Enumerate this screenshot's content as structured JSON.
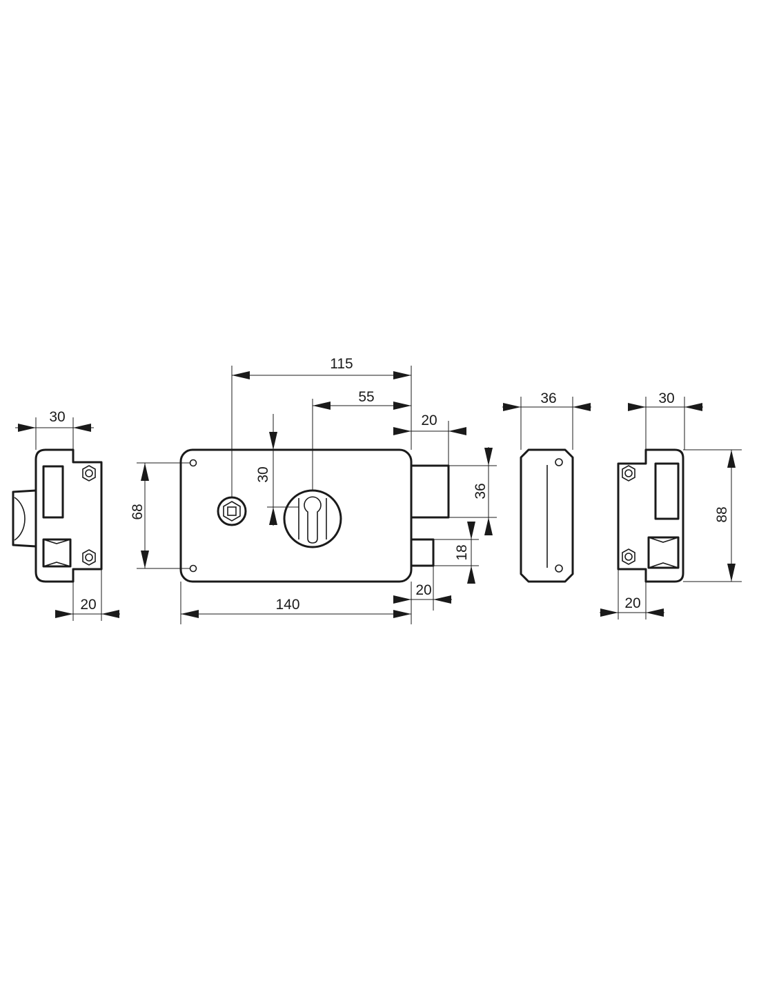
{
  "drawing": {
    "line_color": "#1a1a1a",
    "background": "#ffffff",
    "unit": "mm"
  },
  "left_strike_view": {
    "width_label": "30",
    "offset_label": "20"
  },
  "front_view": {
    "bolt_offset_label": "115",
    "cylinder_offset_label": "55",
    "cylinder_height_label": "30",
    "screw_spacing_label": "68",
    "body_length_label": "140",
    "deadbolt_projection_label": "20",
    "deadbolt_height_label": "36",
    "latch_height_label": "18",
    "latch_projection_label": "20"
  },
  "side_view": {
    "depth_label": "36"
  },
  "right_strike_view": {
    "width_label": "30",
    "offset_label": "20",
    "height_label": "88"
  }
}
